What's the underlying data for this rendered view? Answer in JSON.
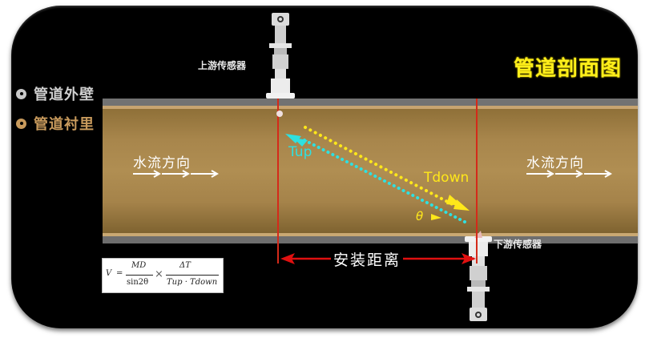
{
  "title": "管道剖面图",
  "legend": {
    "items": [
      {
        "label": "管道外壁",
        "color": "#c8c8c8"
      },
      {
        "label": "管道衬里",
        "color": "#c89a5c"
      }
    ]
  },
  "sensors": {
    "upstream_label": "上游传感器",
    "downstream_label": "下游传感器"
  },
  "flow": {
    "left_label": "水流方向",
    "right_label": "水流方向"
  },
  "signals": {
    "up_label": "Tup",
    "down_label": "Tdown",
    "angle_label": "θ",
    "up_color": "#2fe0e0",
    "down_color": "#ffe81a"
  },
  "install_distance_label": "安装距离",
  "formula": {
    "lhs": "V",
    "eq": "=",
    "frac1_num": "MD",
    "frac1_den": "sin2θ",
    "times": "×",
    "frac2_num": "ΔT",
    "frac2_den": "Tup · Tdown"
  },
  "colors": {
    "background": "#000000",
    "pipe_wall": "#727272",
    "pipe_interior": "#a8864c",
    "guide_line": "#d42a1a",
    "title": "#ffef1a"
  }
}
